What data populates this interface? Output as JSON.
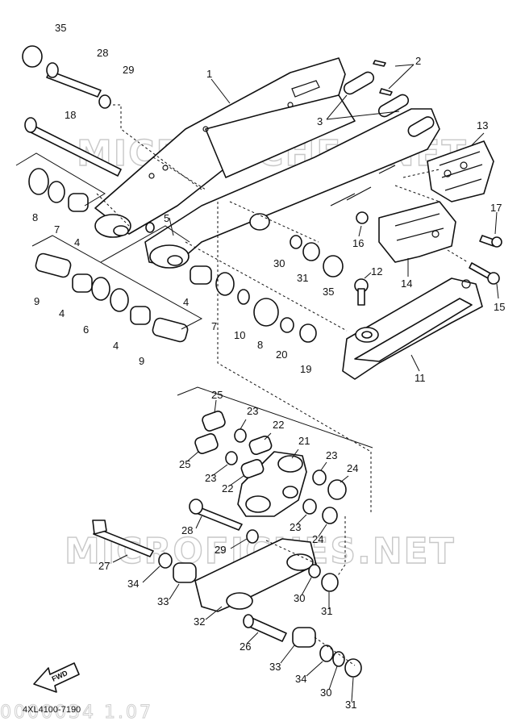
{
  "watermark": {
    "top": "MICROFICHES.NET",
    "bottom": "MICROFICHES.NET",
    "footer": "0000034 1.07"
  },
  "diagram_code": "4XL4100-7190",
  "fwd_label": "FWD",
  "callouts": [
    "35",
    "28",
    "29",
    "2",
    "1",
    "3",
    "18",
    "13",
    "8",
    "7",
    "4",
    "5",
    "16",
    "17",
    "9",
    "30",
    "31",
    "35",
    "12",
    "14",
    "15",
    "4",
    "6",
    "4",
    "9",
    "4",
    "7",
    "10",
    "8",
    "20",
    "19",
    "11",
    "25",
    "23",
    "22",
    "21",
    "25",
    "23",
    "22",
    "23",
    "24",
    "28",
    "29",
    "23",
    "24",
    "27",
    "34",
    "33",
    "32",
    "30",
    "31",
    "26",
    "33",
    "34",
    "30",
    "31"
  ]
}
